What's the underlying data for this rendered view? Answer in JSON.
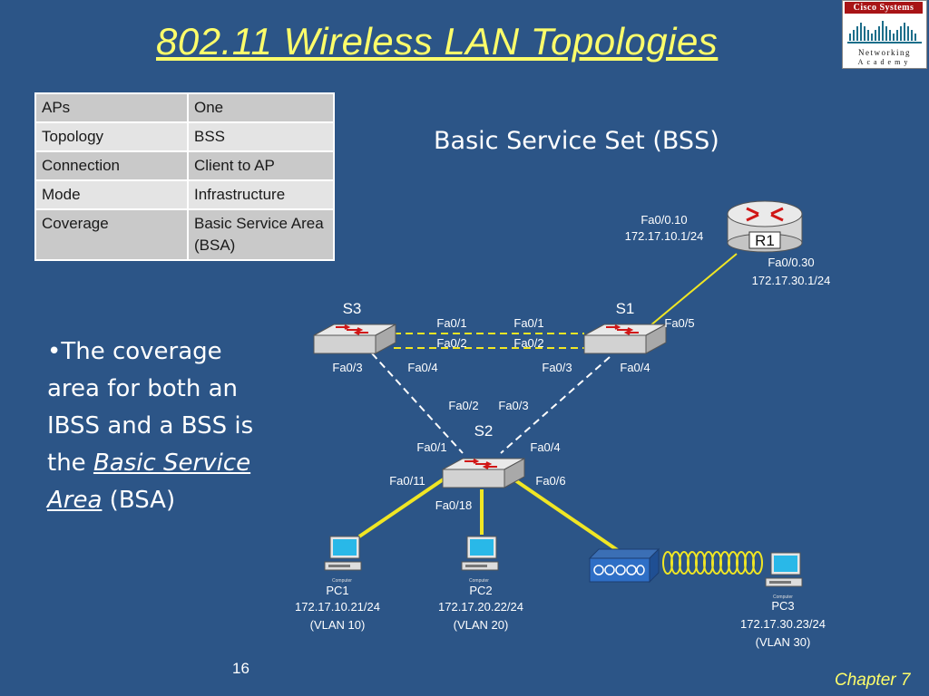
{
  "slide": {
    "title": "802.11 Wireless LAN Topologies",
    "page_number": "16",
    "chapter": "Chapter 7"
  },
  "logo": {
    "brand": "Cisco Systems",
    "line1": "Networking",
    "line2": "Academy"
  },
  "table": {
    "rows": [
      {
        "label": "APs",
        "value": "One"
      },
      {
        "label": "Topology",
        "value": "BSS"
      },
      {
        "label": "Connection",
        "value": "Client to AP"
      },
      {
        "label": "Mode",
        "value": "Infrastructure"
      },
      {
        "label": "Coverage",
        "value": "Basic Service Area (BSA)"
      }
    ]
  },
  "diagram": {
    "title": "Basic Service Set (BSS)",
    "r1": {
      "name": "R1",
      "if1": "Fa0/0.10",
      "ip1": "172.17.10.1/24",
      "if2": "Fa0/0.30",
      "ip2": "172.17.30.1/24"
    },
    "s1": {
      "name": "S1",
      "p1": "Fa0/1",
      "p2": "Fa0/2",
      "p3": "Fa0/3",
      "p4": "Fa0/4",
      "p5": "Fa0/5"
    },
    "s2": {
      "name": "S2",
      "p1": "Fa0/1",
      "p2": "Fa0/2",
      "p3": "Fa0/3",
      "p4": "Fa0/4",
      "p6": "Fa0/6",
      "p11": "Fa0/11",
      "p18": "Fa0/18"
    },
    "s3": {
      "name": "S3",
      "p1": "Fa0/1",
      "p2": "Fa0/2",
      "p3": "Fa0/3",
      "p4": "Fa0/4"
    },
    "pc1": {
      "name": "PC1",
      "ip": "172.17.10.21/24",
      "vlan": "(VLAN 10)"
    },
    "pc2": {
      "name": "PC2",
      "ip": "172.17.20.22/24",
      "vlan": "(VLAN 20)"
    },
    "pc3": {
      "name": "PC3",
      "ip": "172.17.30.23/24",
      "vlan": "(VLAN 30)"
    },
    "pc_caption": "Computer"
  },
  "bullet": {
    "before": "•The coverage area for both an IBSS and a BSS is the ",
    "emphasis": "Basic Service Area",
    "after": " (BSA)"
  },
  "colors": {
    "background": "#2c5587",
    "title": "#fdfd6a",
    "link_solid": "#f0e624",
    "link_dashed": "#f0e624"
  }
}
